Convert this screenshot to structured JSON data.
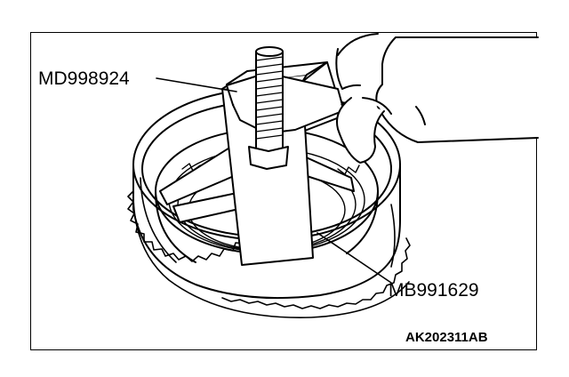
{
  "callouts": {
    "tool_top": "MD998924",
    "tool_bottom": "MB991629"
  },
  "figure_id": "AK202311AB",
  "colors": {
    "line": "#000000",
    "background": "#ffffff"
  }
}
